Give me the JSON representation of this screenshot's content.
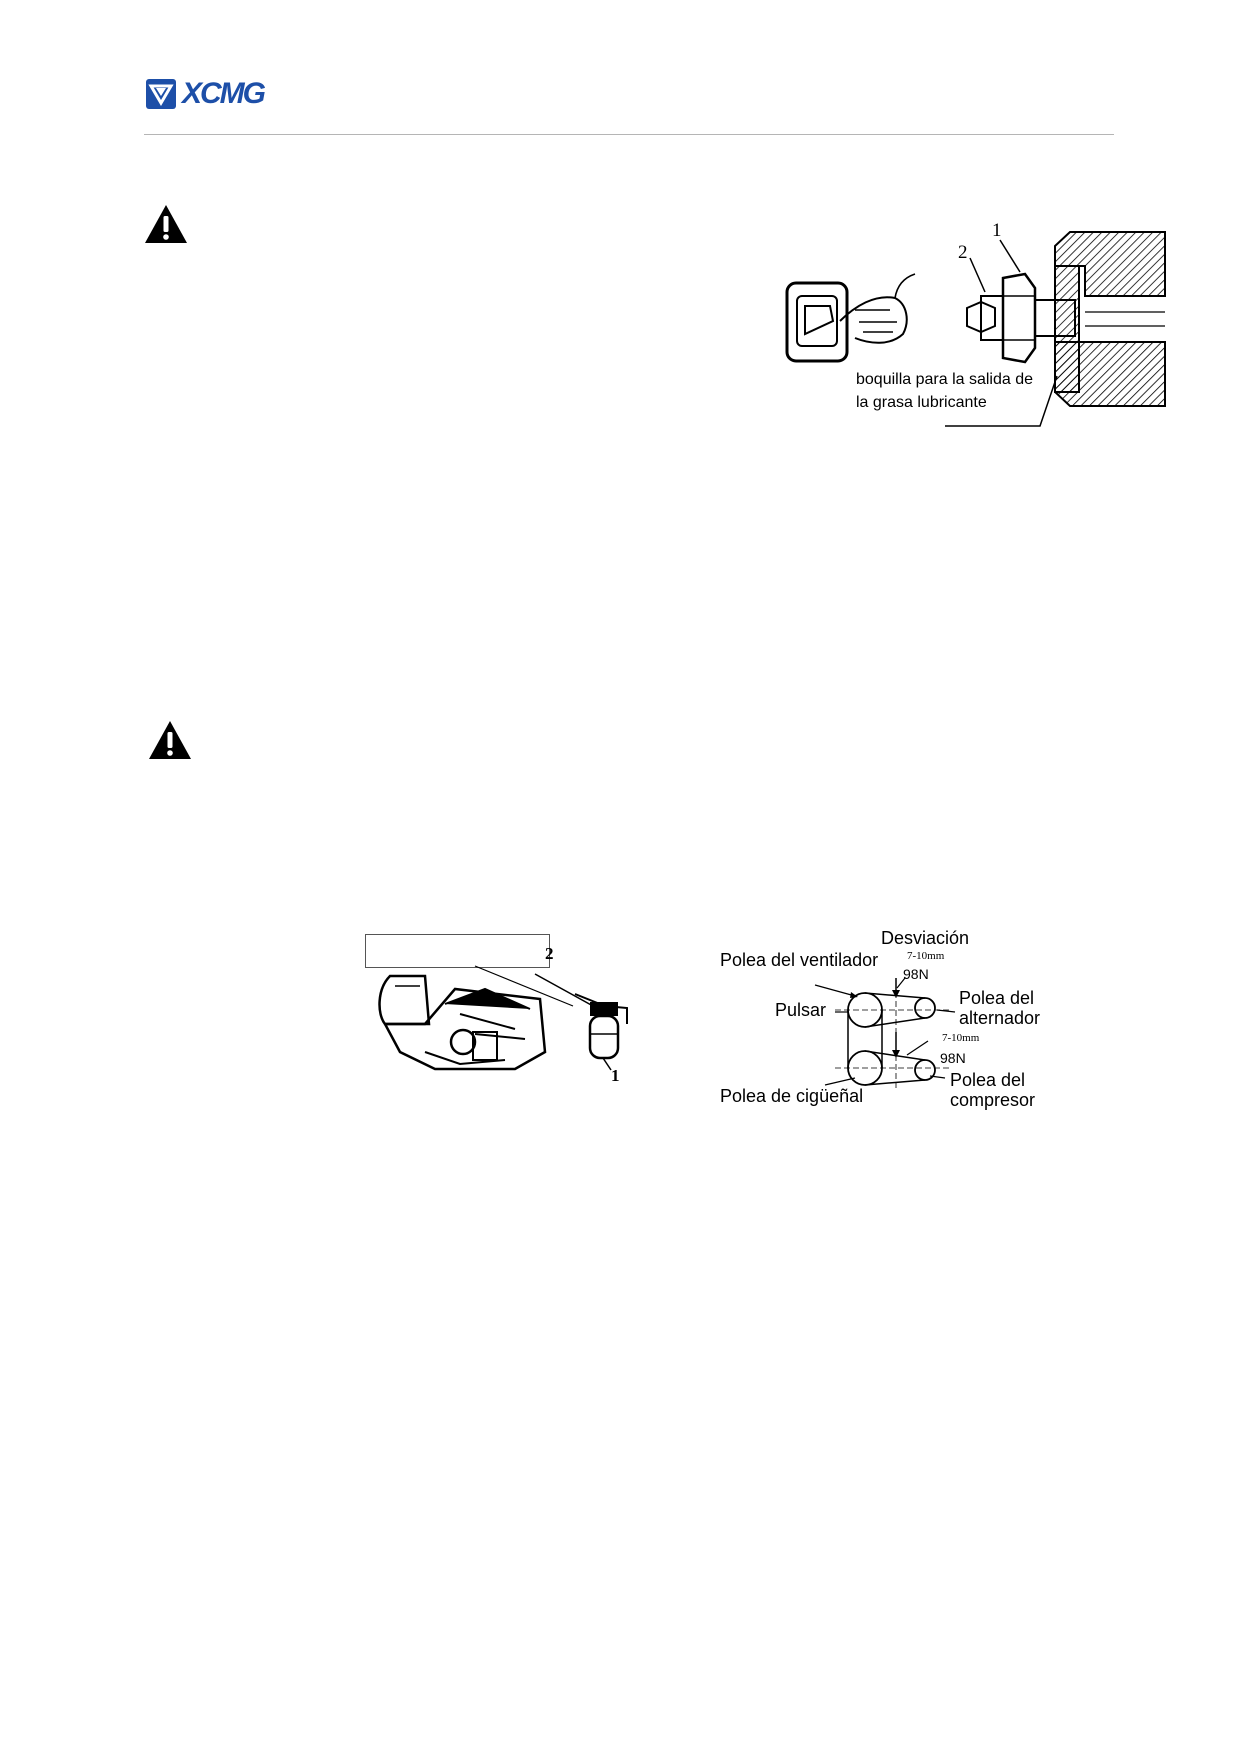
{
  "header": {
    "logo_text": "XCMG"
  },
  "figure_grease": {
    "callout_1": "1",
    "callout_2": "2",
    "caption_line1": "boquilla para la salida de",
    "caption_line2": "la grasa lubricante"
  },
  "figure_filter": {
    "callout_1": "1",
    "callout_2": "2",
    "label_box": ""
  },
  "figure_belt": {
    "desviacion": "Desviación",
    "dim_top": "7-10mm",
    "force_top": "98N",
    "dim_bottom": "7-10mm",
    "force_bottom": "98N",
    "fan_pulley": "Polea del ventilador",
    "pulsar": "Pulsar",
    "alt_line1": "Polea del",
    "alt_line2": "alternador",
    "crank_pulley": "Polea de cigüeñal",
    "comp_line1": "Polea del",
    "comp_line2": "compresor"
  }
}
